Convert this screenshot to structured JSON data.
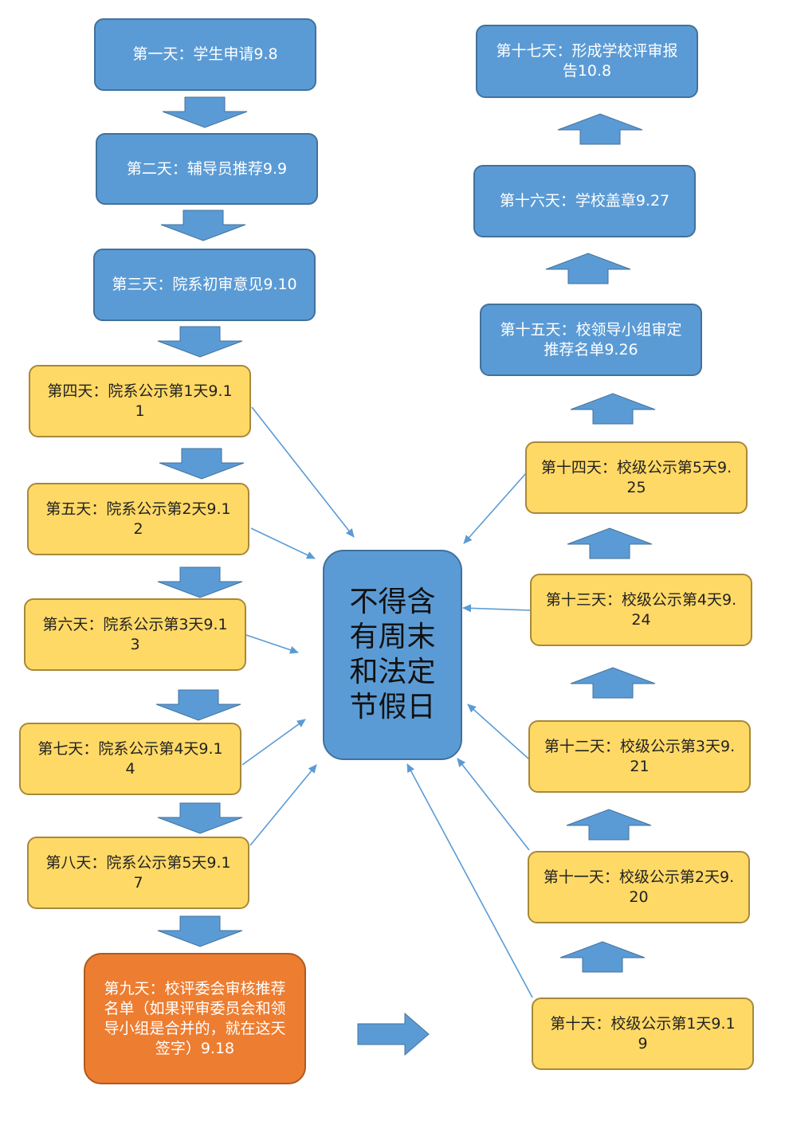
{
  "steps": {
    "day1": "第一天：学生申请9.8",
    "day2": "第二天：辅导员推荐9.9",
    "day3": "第三天：院系初审意见9.10",
    "day4": "第四天：院系公示第1天9.11",
    "day5": "第五天：院系公示第2天9.12",
    "day6": "第六天：院系公示第3天9.13",
    "day7": "第七天：院系公示第4天9.14",
    "day8": "第八天：院系公示第5天9.17",
    "day9": "第九天：校评委会审核推荐名单（如果评审委员会和领导小组是合并的，就在这天签字）9.18",
    "day10": "第十天：校级公示第1天9.19",
    "day11": "第十一天：校级公示第2天9.20",
    "day12": "第十二天：校级公示第3天9.21",
    "day13": "第十三天：校级公示第4天9.24",
    "day14": "第十四天：校级公示第5天9.25",
    "day15": "第十五天：校领导小组审定推荐名单9.26",
    "day16": "第十六天：学校盖章9.27",
    "day17": "第十七天：形成学校评审报告10.8"
  },
  "center_note": "不得含有周末和法定节假日",
  "colors": {
    "blue": "#5b9bd5",
    "yellow": "#ffd966",
    "orange": "#ed7d31",
    "connector": "#5b9bd5"
  }
}
